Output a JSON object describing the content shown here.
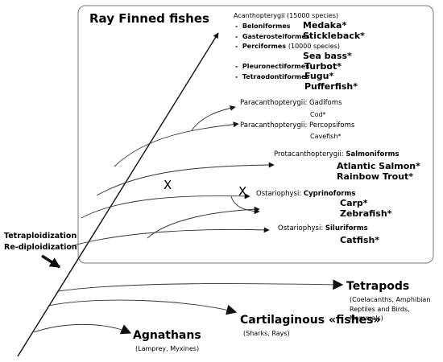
{
  "box_title": "Ray Finned fishes",
  "acanth": {
    "header": "Acanthopterygii (15000 species)",
    "rows": [
      {
        "bullet": "-",
        "order": "Beloniformes",
        "species": "Medaka*"
      },
      {
        "bullet": "-",
        "order": "Gasterosteiformes",
        "species": "Stickleback*"
      },
      {
        "bullet": "-",
        "order": "Perciformes",
        "suffix": "(10000 species)",
        "species": "Sea bass*"
      },
      {
        "bullet": "-",
        "order": "Pleuronectiformes",
        "species": "Turbot*"
      },
      {
        "bullet": "-",
        "order": "Tetraodontiformes",
        "species": "Fugu*",
        "species2": "Pufferfish*"
      }
    ]
  },
  "paracanth1": {
    "label": "Paracanthopterygii:",
    "order": "Gadifoms",
    "species": "Cod*"
  },
  "paracanth2": {
    "label": "Paracanthopterygii:",
    "order": "Percopsifoms",
    "species": "Cavefish*"
  },
  "protacanth": {
    "label": "Protacanthopterygii:",
    "order": "Salmoniforms",
    "species": [
      "Atlantic Salmon*",
      "Rainbow Trout*"
    ]
  },
  "ostario1": {
    "label": "Ostariophysi:",
    "order": "Cyprinoforms",
    "species": [
      "Carp*",
      "Zebrafish*"
    ]
  },
  "ostario2": {
    "label": "Ostariophysi:",
    "order": "Siluriforms",
    "species": [
      "Catfish*"
    ]
  },
  "markers": {
    "loss": "X"
  },
  "event": {
    "line1": "Tetraploidization",
    "line2": "Re-diploidization"
  },
  "tetrapods": {
    "name": "Tetrapods",
    "note_lines": [
      "(Coelacanths, Amphibian",
      "Reptiles and Birds,",
      "Mammals)"
    ]
  },
  "cartilaginous": {
    "name": "Cartilaginous «fishes»",
    "note": "(Sharks, Rays)"
  },
  "agnathans": {
    "name": "Agnathans",
    "note": "(Lamprey, Myxines)"
  }
}
